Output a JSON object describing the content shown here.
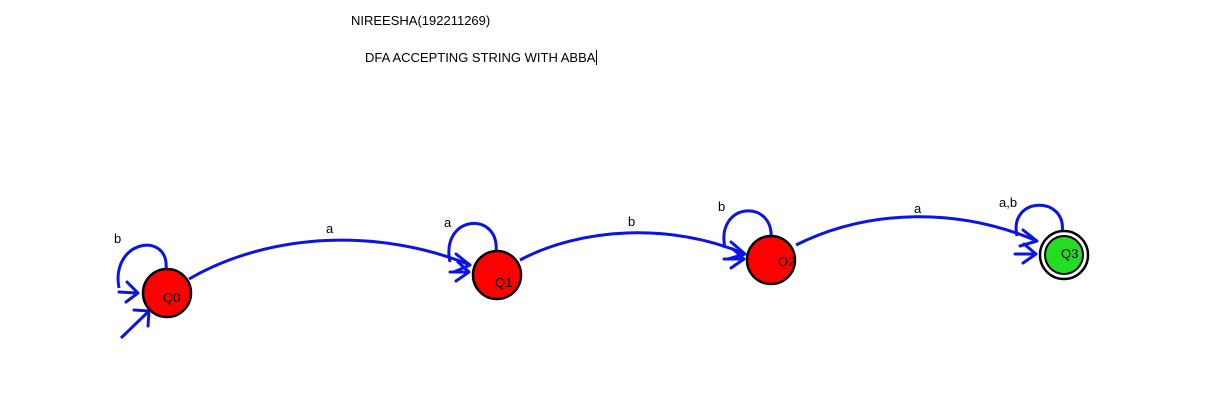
{
  "header": {
    "author": "NIREESHA(192211269)",
    "title": "DFA ACCEPTING STRING WITH ABBA"
  },
  "colors": {
    "edge": "#0a14e6",
    "state_normal": "#ff0000",
    "state_accept": "#22dd22",
    "outline": "#000000"
  },
  "states": [
    {
      "id": "Q0",
      "label": "Q0",
      "start": true,
      "accepting": false,
      "self_loop": "b"
    },
    {
      "id": "Q1",
      "label": "Q1",
      "start": false,
      "accepting": false,
      "self_loop": "a"
    },
    {
      "id": "Q2",
      "label": "Q2",
      "start": false,
      "accepting": false,
      "self_loop": "b"
    },
    {
      "id": "Q3",
      "label": "Q3",
      "start": false,
      "accepting": true,
      "self_loop": "a,b"
    }
  ],
  "transitions": [
    {
      "from": "Q0",
      "to": "Q1",
      "label": "a"
    },
    {
      "from": "Q1",
      "to": "Q2",
      "label": "b"
    },
    {
      "from": "Q2",
      "to": "Q3",
      "label": "a"
    }
  ]
}
